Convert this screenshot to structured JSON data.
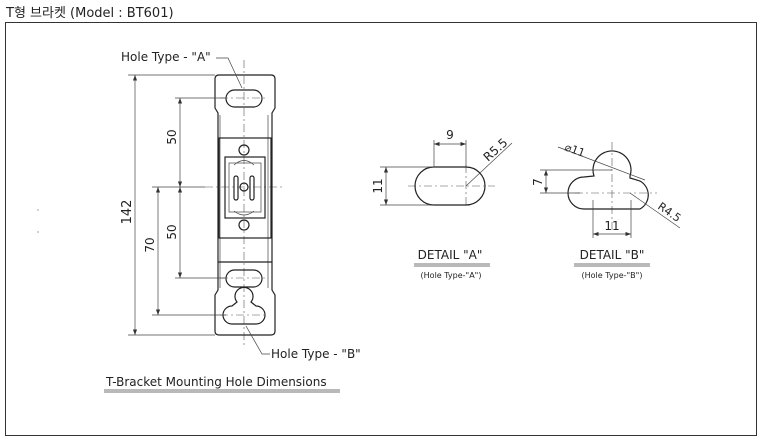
{
  "title": "T형 브라켓 (Model : BT601)",
  "caption": "T-Bracket Mounting Hole Dimensions",
  "main_view": {
    "hole_a_label": "Hole Type - \"A\"",
    "hole_b_label": "Hole Type - \"B\"",
    "dim_total": "142",
    "dim_upper": "50",
    "dim_lower": "50",
    "dim_to_b": "70"
  },
  "detail_a": {
    "title": "DETAIL \"A\"",
    "subtitle": "(Hole Type-\"A\")",
    "dim_width": "9",
    "dim_height": "11",
    "radius": "R5.5"
  },
  "detail_b": {
    "title": "DETAIL \"B\"",
    "subtitle": "(Hole Type-\"B\")",
    "dim_diameter": "⌀11",
    "dim_offset": "7",
    "dim_width": "11",
    "radius": "R4.5"
  }
}
